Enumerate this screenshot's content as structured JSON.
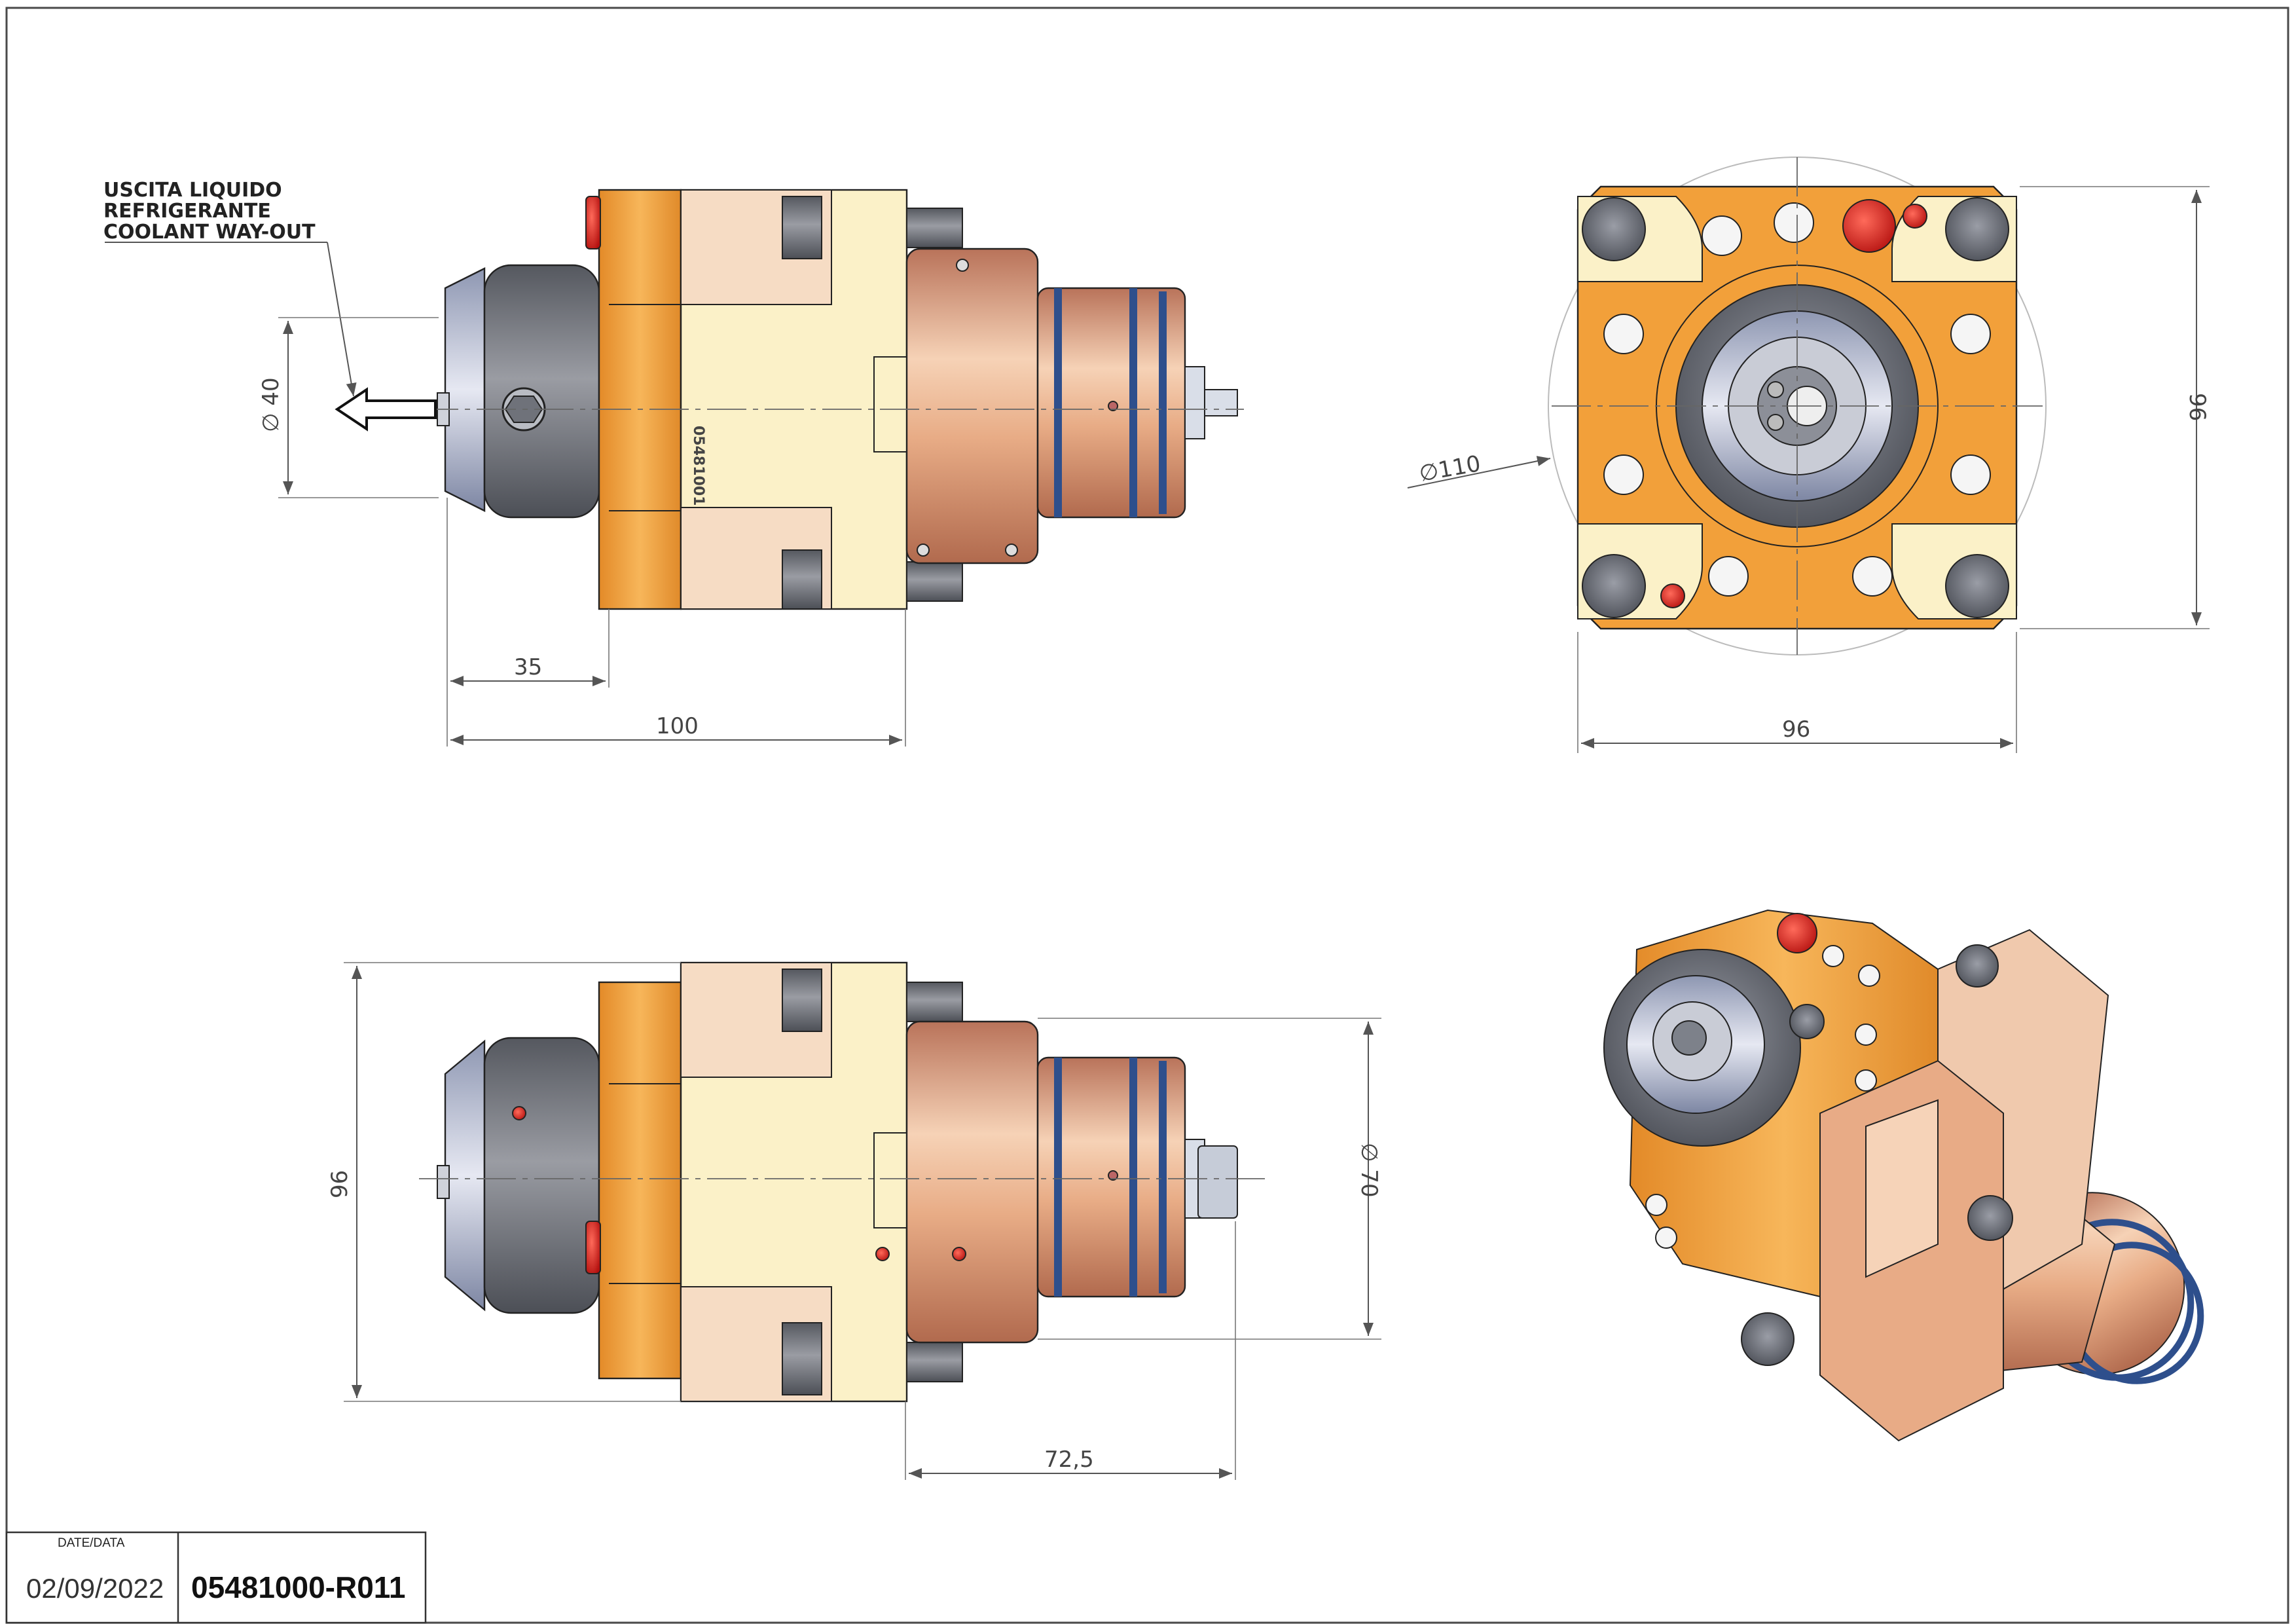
{
  "note": {
    "line1": "USCITA LIQUIDO",
    "line2": "REFRIGERANTE",
    "line3": "COOLANT WAY-OUT"
  },
  "part_marking": "05481001",
  "dimensions": {
    "dia40": "∅ 40",
    "d35": "35",
    "d100": "100",
    "dia110": "∅110",
    "d96_front_v": "96",
    "d96_front_h": "96",
    "d96_side": "96",
    "dia70": "∅ 70",
    "d72_5": "72,5"
  },
  "title_block": {
    "date_label": "DATE/DATA",
    "date": "02/09/2022",
    "code": "05481000-R011"
  },
  "colors": {
    "orange": "#f2a03a",
    "cream": "#fbf1c8",
    "copper": "#e3a27a",
    "steel": "#7c7f87",
    "red": "#d8201e",
    "blue": "#2e4f8c"
  }
}
